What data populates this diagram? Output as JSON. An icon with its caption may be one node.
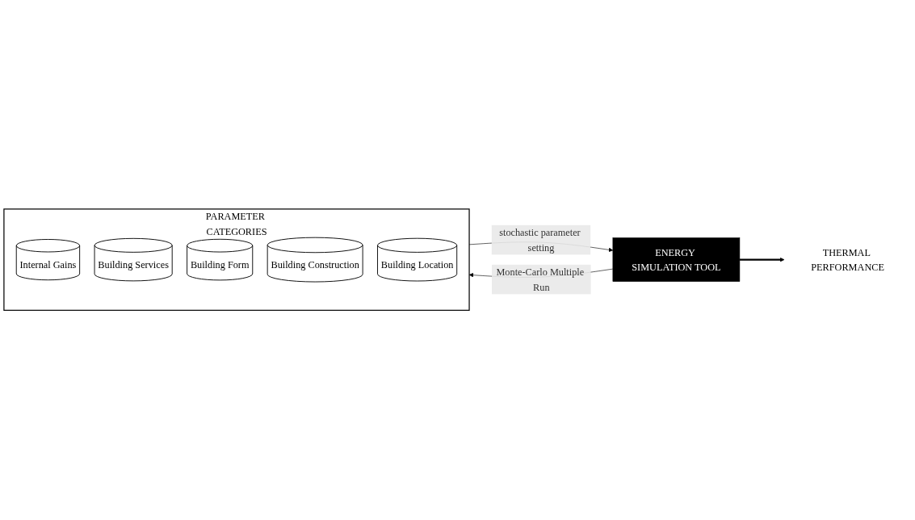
{
  "diagram": {
    "nodes": [
      {
        "text": [
          "PARAMETER CATEGORIES"
        ]
      },
      {
        "text": [
          "Internal Gains"
        ],
        "in": 0
      },
      {
        "text": [
          "Building Services"
        ],
        "in": 0
      },
      {
        "text": [
          "Building Form"
        ],
        "in": 0
      },
      {
        "text": [
          "Building Construction"
        ],
        "in": 0
      },
      {
        "text": [
          "Building Location"
        ],
        "in": 0
      },
      {
        "text": [
          "ENERGY SIMULATION TOOL"
        ]
      },
      {
        "text": [
          "THERMAL PERFORMANCE"
        ]
      }
    ],
    "edges": [
      {
        "from": 0,
        "to": 6,
        "arrow": "to",
        "label": "stochastic parameter setting"
      },
      {
        "from": 6,
        "to": 0,
        "arrow": "to",
        "label": "Monte-Carlo Multiple Run"
      },
      {
        "from": 6,
        "to": 7,
        "arrow": "to",
        "style": "thick"
      }
    ]
  }
}
